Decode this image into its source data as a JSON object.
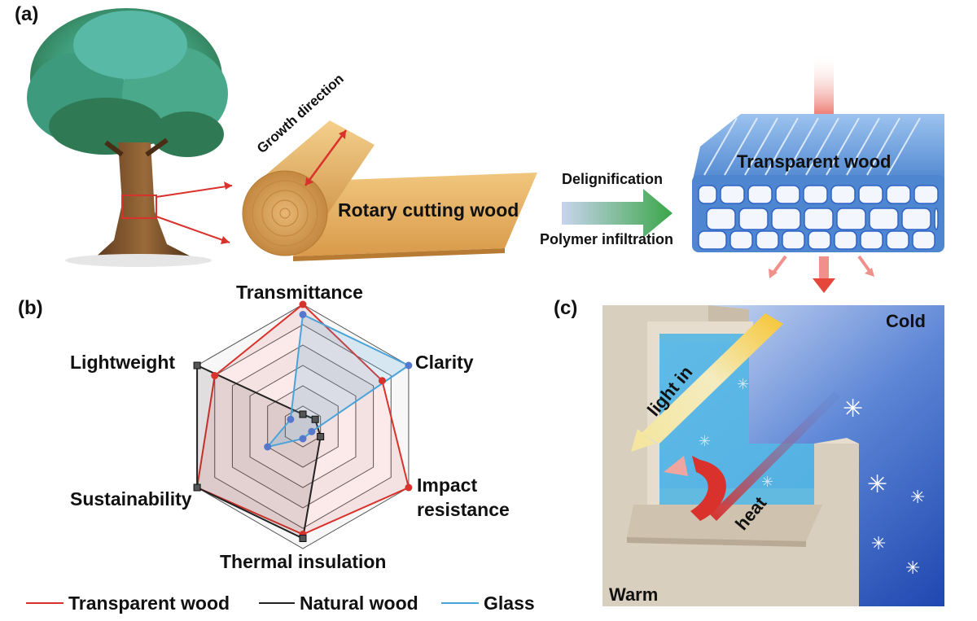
{
  "panels": {
    "a": "(a)",
    "b": "(b)",
    "c": "(c)"
  },
  "panel_a": {
    "growth_direction": "Growth direction",
    "rotary_cutting_wood": "Rotary cutting wood",
    "delignification": "Delignification",
    "polymer_infiltration": "Polymer infiltration",
    "transparent_wood": "Transparent wood"
  },
  "panel_c": {
    "cold": "Cold",
    "warm": "Warm",
    "light_in": "light in",
    "heat": "heat"
  },
  "colors": {
    "transparent_wood": "#d9312b",
    "natural_wood": "#222222",
    "glass": "#4aa3d9",
    "arrow_green": "#3aa649",
    "sky": "#2f63c8"
  },
  "chart_data": {
    "type": "radar",
    "axes": [
      "Transmittance",
      "Clarity",
      "Impact resistance",
      "Thermal insulation",
      "Sustainability",
      "Lightweight"
    ],
    "axis_labels": {
      "transmittance": "Transmittance",
      "clarity": "Clarity",
      "impact": "Impact resistance",
      "impact_line1": "Impact",
      "impact_line2": "resistance",
      "thermal": "Thermal insulation",
      "sustainability": "Sustainability",
      "lightweight": "Lightweight"
    },
    "range": [
      0,
      6
    ],
    "grid_levels": 6,
    "series": [
      {
        "name": "Transparent wood",
        "values": [
          6,
          4.5,
          6,
          5.3,
          6,
          5.0
        ]
      },
      {
        "name": "Natural wood",
        "values": [
          0.6,
          0.7,
          1.0,
          5.5,
          6,
          6
        ]
      },
      {
        "name": "Glass",
        "values": [
          5.5,
          6,
          0.5,
          0.6,
          2.0,
          0.7
        ]
      }
    ]
  }
}
